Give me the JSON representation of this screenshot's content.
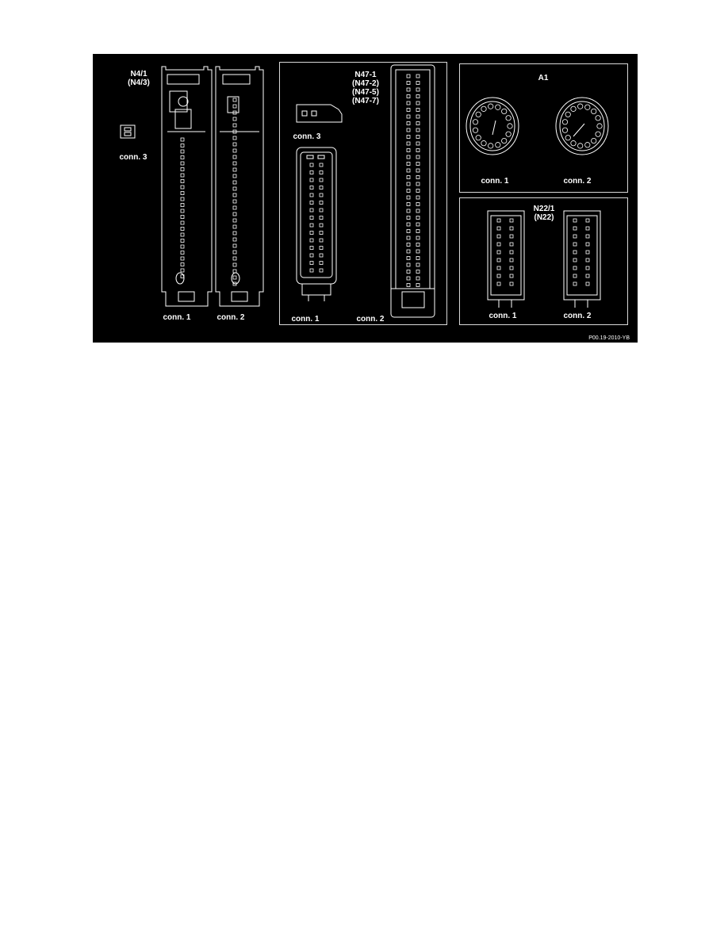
{
  "figure": {
    "credit": "P00.19-2010-YB"
  },
  "panels": {
    "n4": {
      "title": [
        "N4/1",
        "(N4/3)"
      ],
      "conn1": "conn. 1",
      "conn2": "conn. 2",
      "conn3": "conn. 3"
    },
    "n47": {
      "title": [
        "N47-1",
        "(N47-2)",
        "(N47-5)",
        "(N47-7)"
      ],
      "conn1": "conn. 1",
      "conn2": "conn. 2",
      "conn3": "conn. 3"
    },
    "a1": {
      "title": "A1",
      "conn1": "conn. 1",
      "conn2": "conn. 2"
    },
    "n22": {
      "title": [
        "N22/1",
        "(N22)"
      ],
      "conn1": "conn. 1",
      "conn2": "conn. 2"
    }
  },
  "colors": {
    "background": "#000000",
    "lines": "#ffffff",
    "page": "#ffffff"
  }
}
